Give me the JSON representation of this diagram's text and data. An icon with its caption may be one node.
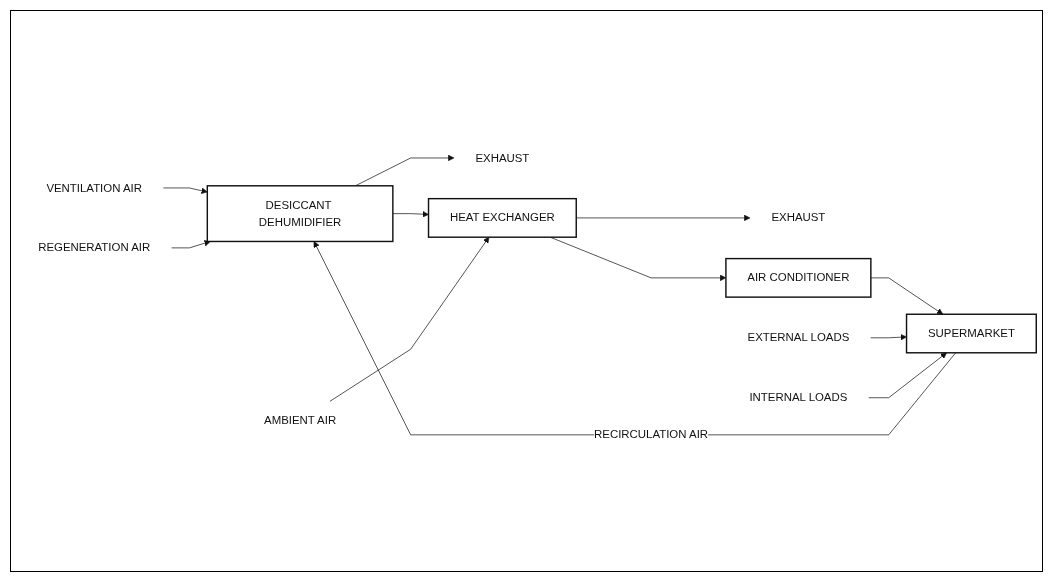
{
  "diagram": {
    "nodes": [
      {
        "text": [
          "VENTILATION AIR"
        ]
      },
      {
        "text": [
          "EXHAUST"
        ]
      },
      {
        "text": [
          "DESICCANT DEHUMIDIFIER"
        ]
      },
      {
        "text": [
          "REGENERATION AIR"
        ]
      },
      {
        "text": [
          "EXHAUST"
        ]
      },
      {
        "text": [
          "HEAT EXCHANGER"
        ]
      },
      {
        "text": [
          "AMBIENT AIR"
        ]
      },
      {
        "text": [
          "SUPERMARKET"
        ]
      },
      {
        "text": [
          "EXTERNAL LOADS"
        ]
      },
      {
        "text": [
          "INTERNAL LOADS"
        ]
      },
      {
        "text": [
          "AIR CONDITIONER"
        ]
      }
    ],
    "edges": [
      {
        "from": 7,
        "to": 2,
        "arrow": "to",
        "label": "RECIRCULATION AIR"
      },
      {
        "from": 0,
        "to": 2,
        "arrow": "to"
      },
      {
        "from": 3,
        "to": 2,
        "arrow": "to"
      },
      {
        "from": 2,
        "to": 1,
        "arrow": "to"
      },
      {
        "from": 2,
        "to": 5,
        "arrow": "to"
      },
      {
        "from": 6,
        "to": 5,
        "arrow": "to"
      },
      {
        "from": 5,
        "to": 4,
        "arrow": "to"
      },
      {
        "from": 5,
        "to": 10,
        "arrow": "to"
      },
      {
        "from": 10,
        "to": 7,
        "arrow": "to"
      },
      {
        "from": 8,
        "to": 7,
        "arrow": "to"
      },
      {
        "from": 9,
        "to": 7,
        "arrow": "to"
      }
    ]
  }
}
